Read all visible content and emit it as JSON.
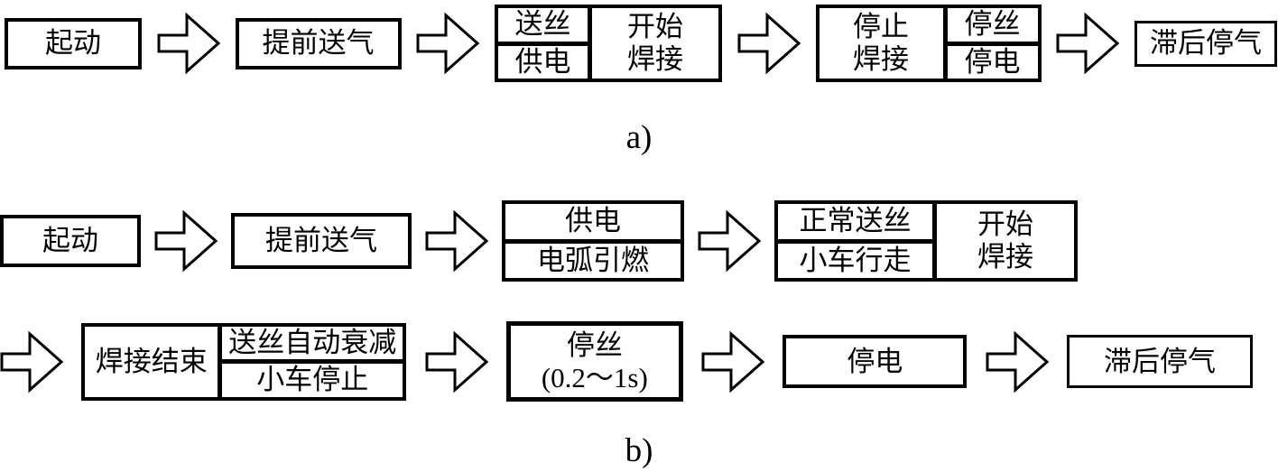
{
  "labels": {
    "a": "a)",
    "b": "b)"
  },
  "flow_a": {
    "start": "起动",
    "pre_gas": "提前送气",
    "wire_feed": "送丝",
    "power_on": "供电",
    "start_weld": [
      "开始",
      "焊接"
    ],
    "stop_weld": [
      "停止",
      "焊接"
    ],
    "stop_wire": "停丝",
    "stop_power": "停电",
    "delayed_gas_stop": "滞后停气"
  },
  "flow_b": {
    "start": "起动",
    "pre_gas": "提前送气",
    "power_on": "供电",
    "arc_ignition": "电弧引燃",
    "normal_wire_feed": "正常送丝",
    "carriage_travel": "小车行走",
    "start_weld": [
      "开始",
      "焊接"
    ],
    "weld_end": "焊接结束",
    "wire_feed_auto_decay": "送丝自动衰减",
    "carriage_stop": "小车停止",
    "stop_wire": [
      "停丝",
      "(0.2～1s)"
    ],
    "stop_power": "停电",
    "delayed_gas_stop": "滞后停气"
  }
}
